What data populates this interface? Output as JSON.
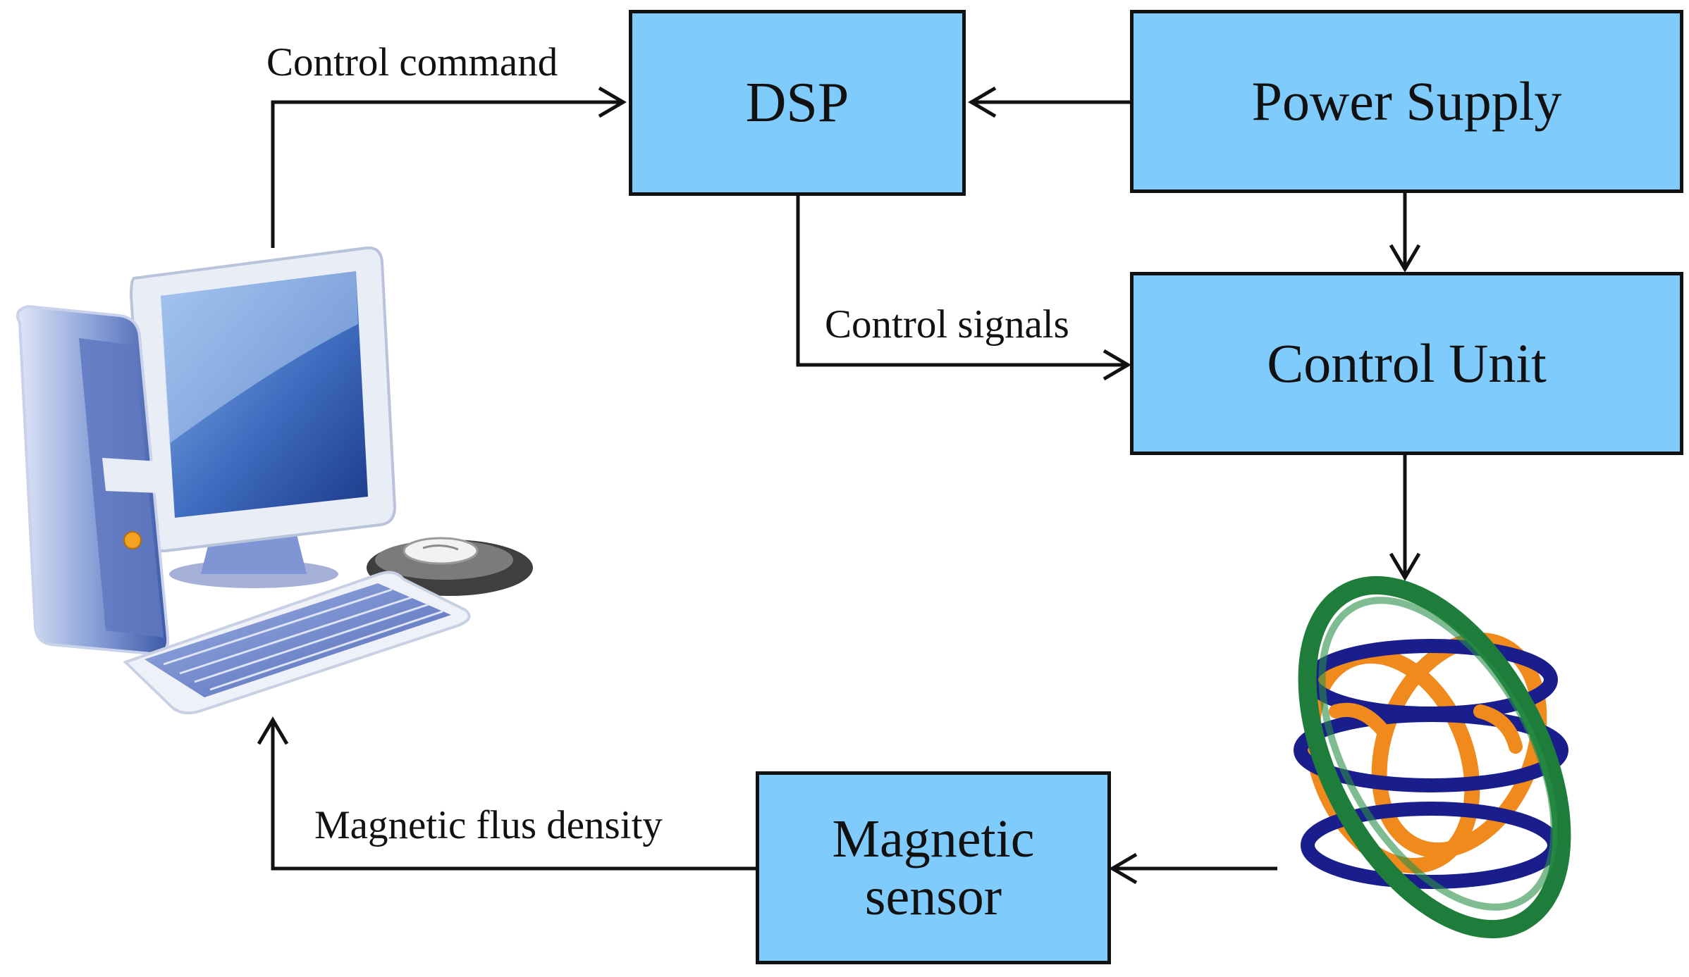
{
  "blocks": {
    "dsp": "DSP",
    "power_supply": "Power Supply",
    "control_unit": "Control Unit",
    "magnetic_sensor_line1": "Magnetic",
    "magnetic_sensor_line2": "sensor"
  },
  "edge_labels": {
    "control_command": "Control command",
    "control_signals": "Control signals",
    "magnetic_flux_density": "Magnetic  flus density"
  },
  "icons": {
    "computer": "desktop-computer-icon",
    "coil": "helmholtz-coil-icon"
  },
  "colors": {
    "block_fill": "#7fcbfb",
    "line": "#111111",
    "coil_green": "#1e7d3b",
    "coil_blue": "#1a1d8c",
    "coil_orange": "#f08a1c"
  }
}
